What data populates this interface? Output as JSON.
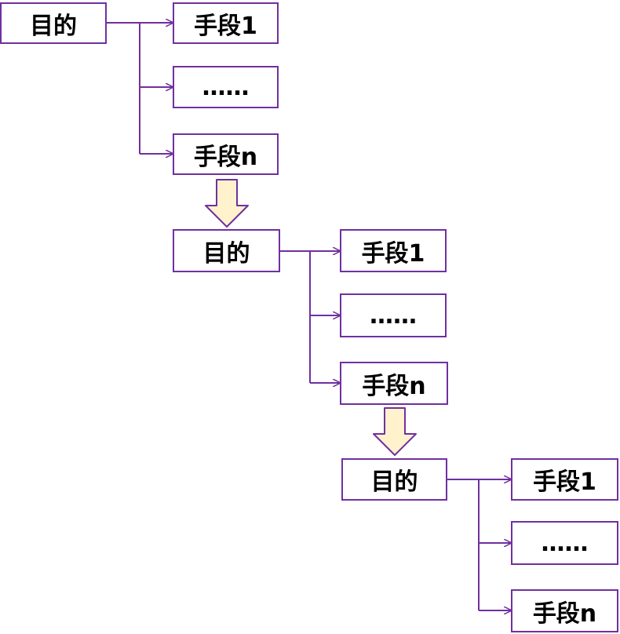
{
  "colors": {
    "line": "#7030A0",
    "arrow_fill": "#FFF2CC",
    "box_border": "#7030A0"
  },
  "levels": [
    {
      "goal": "目的",
      "means": [
        "手段1",
        "……",
        "手段n"
      ]
    },
    {
      "goal": "目的",
      "means": [
        "手段1",
        "……",
        "手段n"
      ]
    },
    {
      "goal": "目的",
      "means": [
        "手段1",
        "……",
        "手段n"
      ]
    }
  ]
}
